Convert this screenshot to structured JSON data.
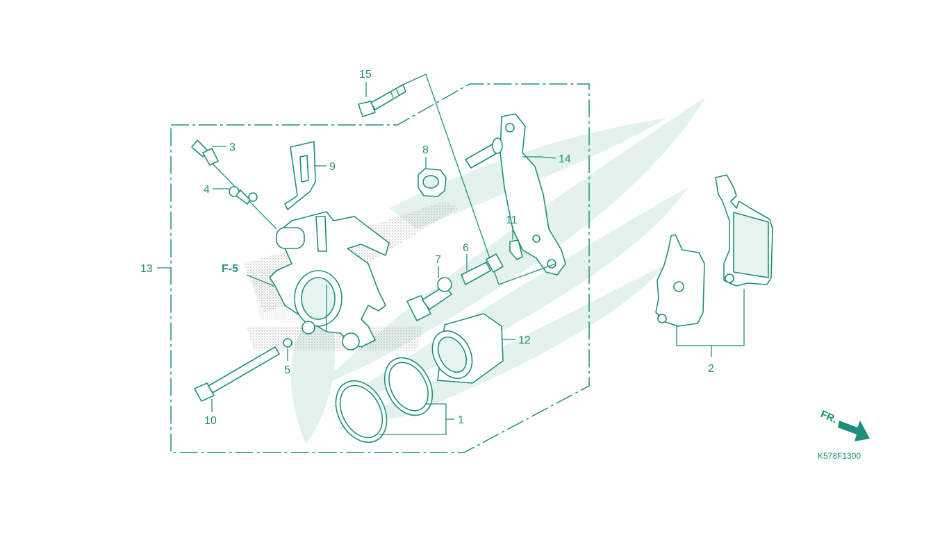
{
  "colors": {
    "line": "#1f8f7a",
    "watermark": "#e3f2ed",
    "stipple": "#a9a9a9"
  },
  "icons": {
    "watermark": "wing-watermark-icon",
    "direction": "front-arrow-icon"
  },
  "callouts": {
    "c1": "1",
    "c2": "2",
    "c3": "3",
    "c4": "4",
    "c5": "5",
    "c6": "6",
    "c7": "7",
    "c8": "8",
    "c9": "9",
    "c10": "10",
    "c11": "11",
    "c12": "12",
    "c13": "13",
    "c14": "14",
    "c15": "15"
  },
  "reference_label": "F-5",
  "direction_label": "FR.",
  "diagram_code": "K578F1300"
}
